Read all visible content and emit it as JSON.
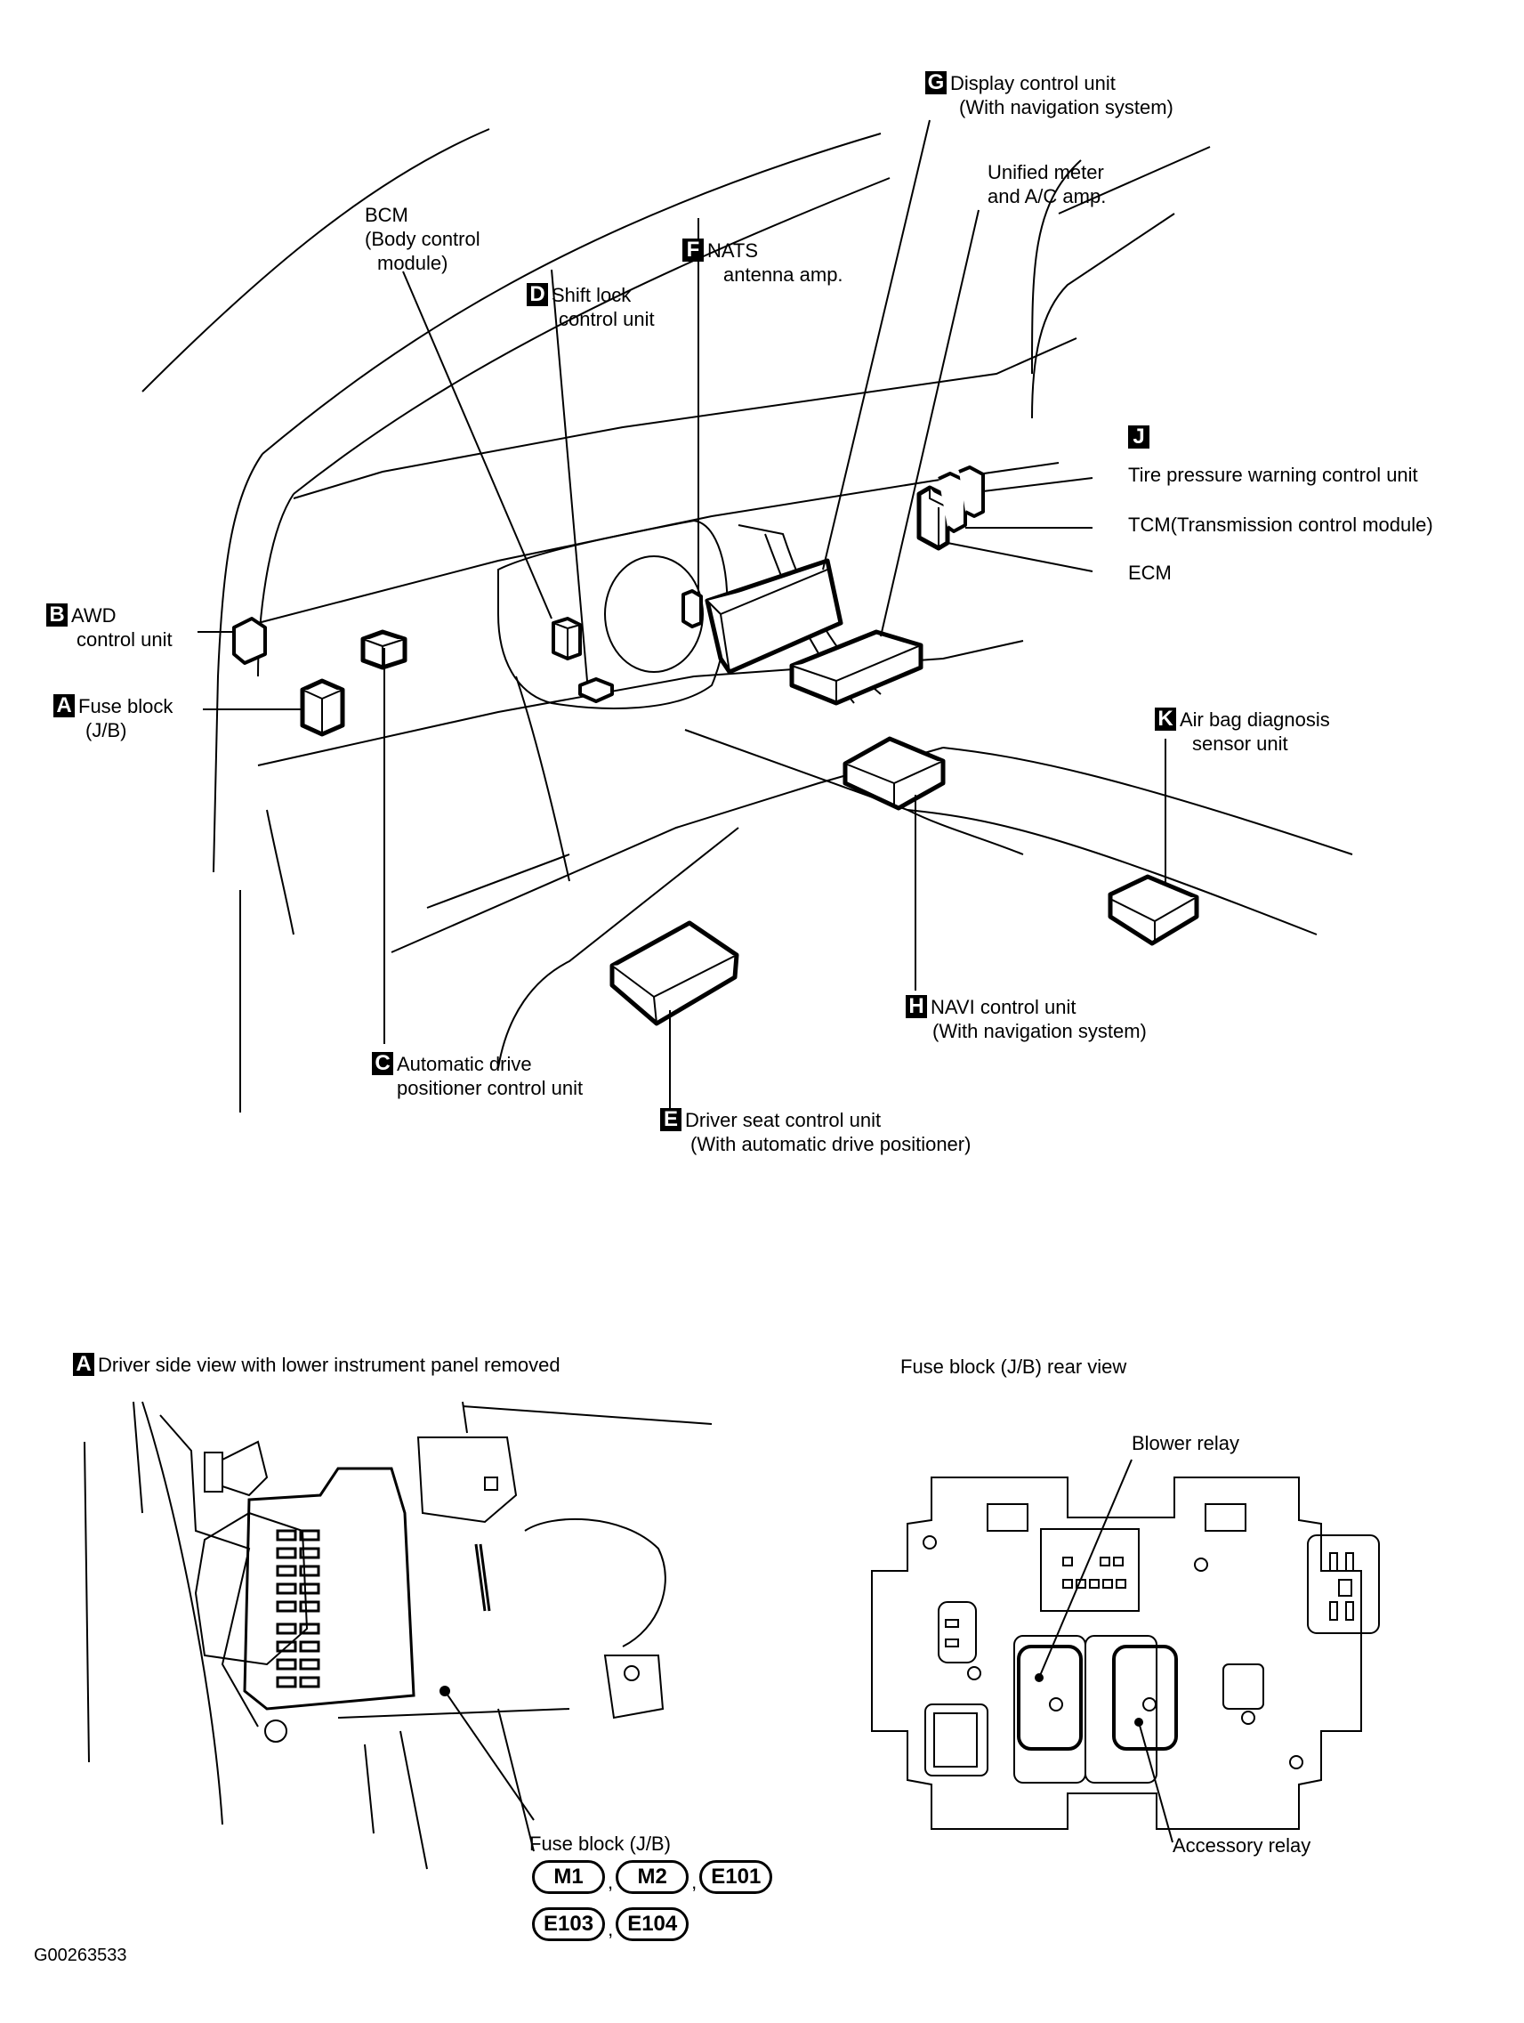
{
  "main_view": {
    "components": [
      {
        "letter": "G",
        "name": "Display control unit",
        "note": "(With navigation system)"
      },
      {
        "letter": "",
        "name": "Unified meter",
        "note": "and A/C amp."
      },
      {
        "letter": "",
        "name": "BCM",
        "note": "(Body control",
        "note2": "module)"
      },
      {
        "letter": "F",
        "name": "NATS",
        "note": "antenna amp."
      },
      {
        "letter": "D",
        "name": "Shift lock",
        "note": "control unit"
      },
      {
        "letter": "J",
        "name": "",
        "note": ""
      },
      {
        "letter": "",
        "name": "Tire pressure warning control unit"
      },
      {
        "letter": "",
        "name": "TCM(Transmission control module)"
      },
      {
        "letter": "",
        "name": "ECM"
      },
      {
        "letter": "B",
        "name": "AWD",
        "note": "control unit"
      },
      {
        "letter": "A",
        "name": "Fuse block",
        "note": "(J/B)"
      },
      {
        "letter": "K",
        "name": "Air bag diagnosis",
        "note": "sensor unit"
      },
      {
        "letter": "H",
        "name": "NAVI control unit",
        "note": "(With navigation system)"
      },
      {
        "letter": "C",
        "name": "Automatic drive",
        "note": "positioner control unit"
      },
      {
        "letter": "E",
        "name": "Driver seat control unit",
        "note": "(With automatic drive positioner)"
      }
    ]
  },
  "detail_a": {
    "letter": "A",
    "title": "Driver side view with lower instrument panel removed",
    "callout": "Fuse block (J/B)",
    "connectors_row1": [
      "M1",
      "M2",
      "E101"
    ],
    "connectors_row2": [
      "E103",
      "E104"
    ],
    "separator": ","
  },
  "detail_rear": {
    "title": "Fuse block (J/B) rear view",
    "callouts": [
      "Blower relay",
      "Accessory relay"
    ]
  },
  "figure_code": "G00263533"
}
